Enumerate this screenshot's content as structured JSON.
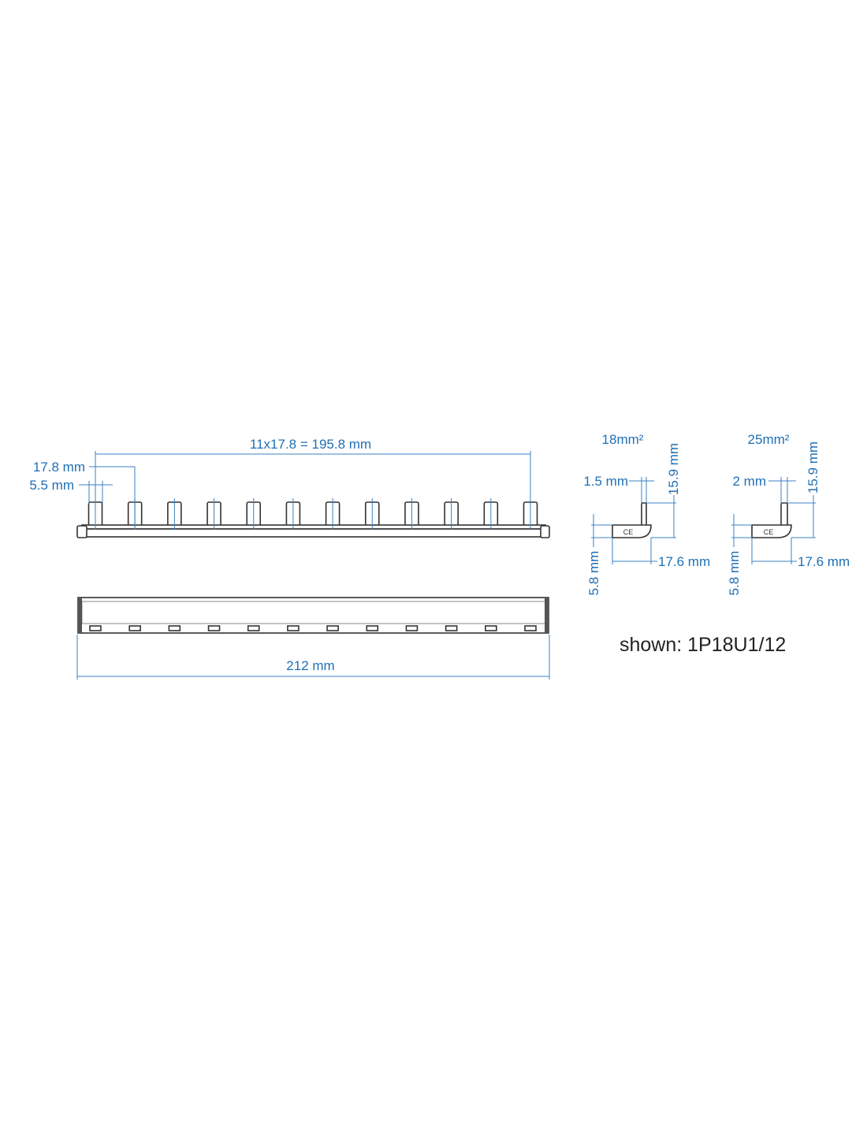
{
  "top_view": {
    "pitch_total_label": "11x17.8 = 195.8 mm",
    "pitch_label": "17.8 mm",
    "pin_width_label": "5.5 mm",
    "pin_count": 12
  },
  "bottom_view": {
    "length_label": "212 mm",
    "slot_count": 12
  },
  "profile_18": {
    "title": "18mm²",
    "thickness_label": "1.5 mm",
    "height_label": "15.9 mm",
    "base_height_label": "5.8 mm",
    "depth_label": "17.6 mm",
    "mark": "CE"
  },
  "profile_25": {
    "title": "25mm²",
    "thickness_label": "2 mm",
    "height_label": "15.9 mm",
    "base_height_label": "5.8 mm",
    "depth_label": "17.6 mm",
    "mark": "CE"
  },
  "caption": "shown: 1P18U1/12",
  "colors": {
    "dimension": "#1f6fb5",
    "outline": "#333333"
  }
}
